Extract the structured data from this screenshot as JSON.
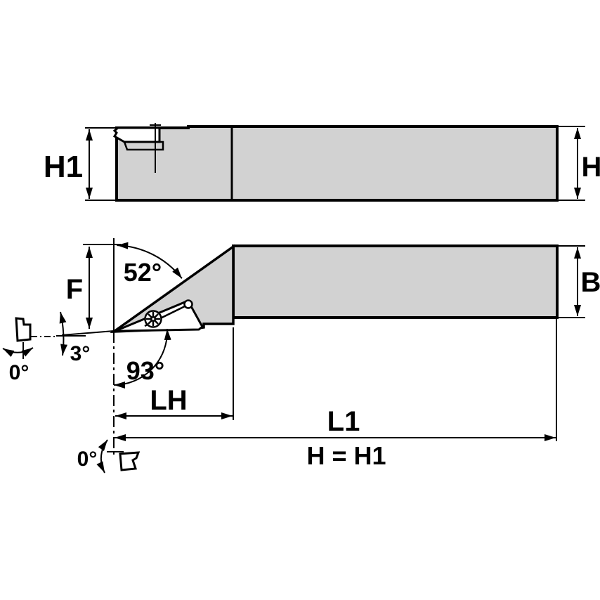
{
  "drawing": {
    "type": "engineering-drawing",
    "subject": "indexable turning toolholder with V-style insert, top view and front view with dimension callouts"
  },
  "colors": {
    "line": "#000000",
    "body_fill": "#d2d2d2",
    "insert_fill": "#ffffff",
    "background": "#ffffff"
  },
  "views": {
    "top_view": {
      "dim_labels": {
        "height_left": "H1",
        "height_right": "H"
      }
    },
    "front_view": {
      "dim_labels": {
        "tip_drop": "F",
        "shank_height": "B",
        "head_length": "LH",
        "overall_length": "L1",
        "equality_note": "H = H1"
      },
      "angle_labels": {
        "shear_angle": "52°",
        "lead_angle": "93°",
        "incline_angle": "3°",
        "rake_left": "0°",
        "rake_bottom": "0°"
      }
    }
  }
}
